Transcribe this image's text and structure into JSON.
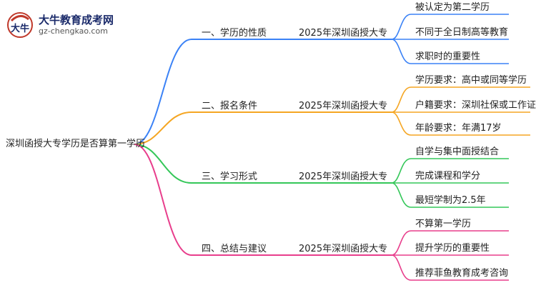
{
  "logo": {
    "brand": "大牛教育成考网",
    "url": "gz-chengkao.com",
    "mark_text": "大牛"
  },
  "root": "深圳函授大专学历是否算第一学历",
  "colors": {
    "blue": "#3b82f6",
    "orange": "#f5a623",
    "green": "#34c759",
    "pink": "#e83e8c"
  },
  "branches": [
    {
      "label": "一、学历的性质",
      "sub": "2025年深圳函授大专",
      "color": "blue",
      "leaves": [
        "被认定为第二学历",
        "不同于全日制高等教育",
        "求职时的重要性"
      ]
    },
    {
      "label": "二、报名条件",
      "sub": "2025年深圳函授大专",
      "color": "orange",
      "leaves": [
        "学历要求：高中或同等学历",
        "户籍要求：深圳社保或工作证明",
        "年龄要求：年满17岁"
      ]
    },
    {
      "label": "三、学习形式",
      "sub": "2025年深圳函授大专",
      "color": "green",
      "leaves": [
        "自学与集中面授结合",
        "完成课程和学分",
        "最短学制为2.5年"
      ]
    },
    {
      "label": "四、总结与建议",
      "sub": "2025年深圳函授大专",
      "color": "pink",
      "leaves": [
        "不算第一学历",
        "提升学历的重要性",
        "推荐菲鱼教育成考咨询"
      ]
    }
  ]
}
